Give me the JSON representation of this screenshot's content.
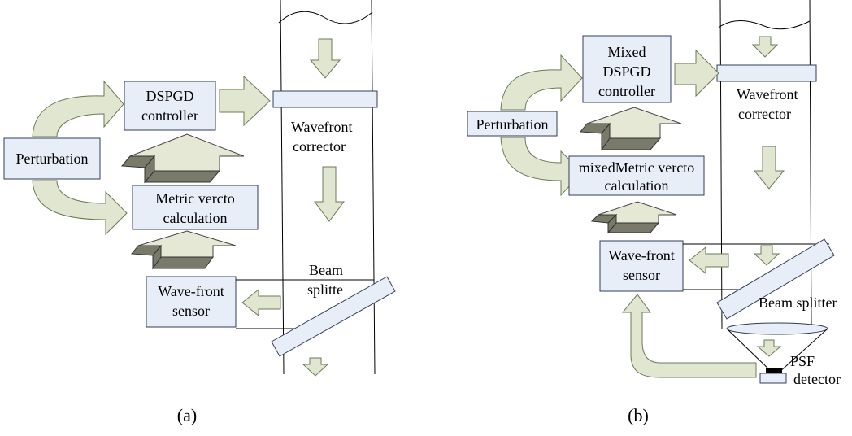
{
  "panel_a": {
    "controller": [
      "DSPGD",
      "controller"
    ],
    "perturbation": "Perturbation",
    "metric": [
      "Metric vercto",
      "calculation"
    ],
    "sensor": [
      "Wave-front",
      "sensor"
    ],
    "corrector": [
      "Wavefront",
      "corrector"
    ],
    "splitter": [
      "Beam",
      "splitte"
    ],
    "caption": "(a)"
  },
  "panel_b": {
    "controller": [
      "Mixed",
      "DSPGD",
      "controller"
    ],
    "perturbation": "Perturbation",
    "metric": [
      "mixedMetric vercto",
      "calculation"
    ],
    "sensor": [
      "Wave-front",
      "sensor"
    ],
    "corrector": [
      "Wavefront",
      "corrector"
    ],
    "splitter": "Beam splitter",
    "psf": [
      "PSF",
      "detector"
    ],
    "caption": "(b)"
  }
}
